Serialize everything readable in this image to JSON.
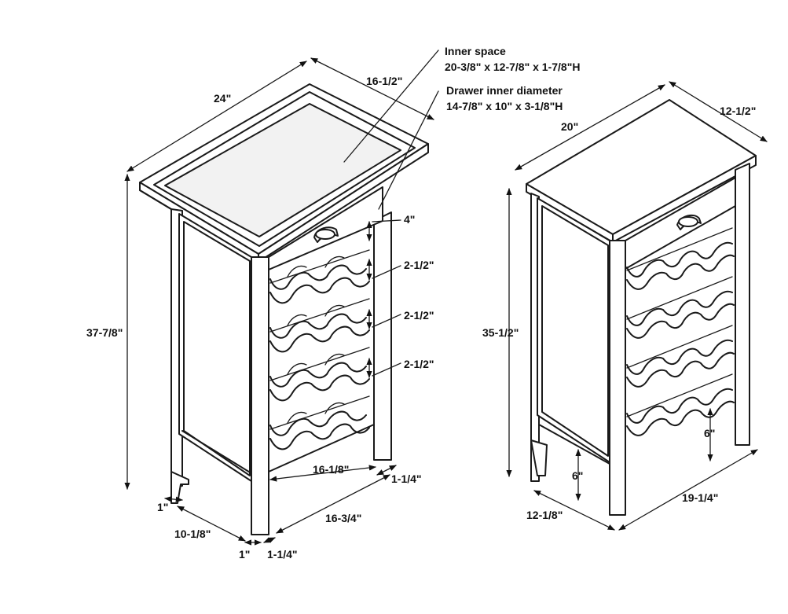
{
  "diagram": {
    "notes": {
      "inner_space_title": "Inner space",
      "inner_space_dims": "20-3/8\" x 12-7/8\" x 1-7/8\"H",
      "drawer_title": "Drawer inner diameter",
      "drawer_dims": "14-7/8\" x 10\" x 3-1/8\"H"
    },
    "left_cabinet": {
      "top_depth": "24\"",
      "top_width": "16-1/2\"",
      "height": "37-7/8\"",
      "drawer_gap": "4\"",
      "shelf_gap_1": "2-1/2\"",
      "shelf_gap_2": "2-1/2\"",
      "shelf_gap_3": "2-1/2\"",
      "inner_width": "16-1/8\"",
      "leg_front": "1-1/4\"",
      "leg_left": "1\"",
      "side_depth": "10-1/8\"",
      "leg_bottom_left": "1\"",
      "leg_bottom_right": "1-1/4\"",
      "front_width": "16-3/4\""
    },
    "right_cabinet": {
      "top_depth": "20\"",
      "top_width": "12-1/2\"",
      "height": "35-1/2\"",
      "leg_height_right": "6\"",
      "leg_height_left": "6\"",
      "side_depth": "12-1/8\"",
      "front_width": "19-1/4\""
    }
  }
}
